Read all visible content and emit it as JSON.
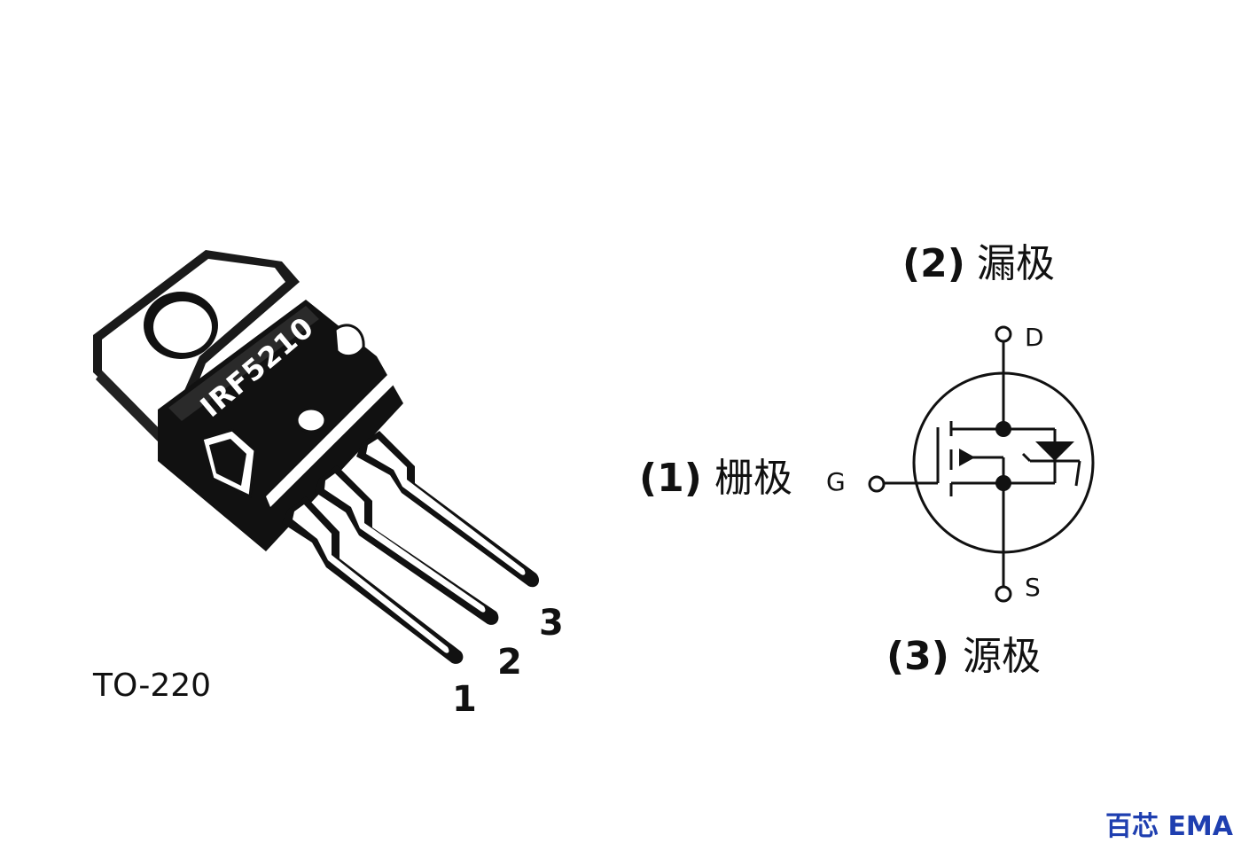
{
  "package": {
    "name": "TO-220",
    "part_number": "IRF5210",
    "pin_numbers": [
      "1",
      "2",
      "3"
    ]
  },
  "schematic": {
    "drain": {
      "number": "(2)",
      "name": "漏极",
      "letter": "D"
    },
    "gate": {
      "number": "(1)",
      "name": "栅极",
      "letter": "G"
    },
    "source": {
      "number": "(3)",
      "name": "源极",
      "letter": "S"
    }
  },
  "watermark": {
    "text": "百芯 EMA",
    "color": "#1f3fb0"
  }
}
